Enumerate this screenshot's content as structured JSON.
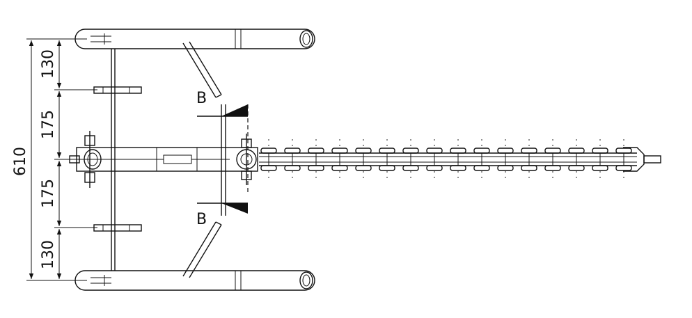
{
  "dimensions": {
    "total": "610",
    "segments": [
      "130",
      "175",
      "175",
      "130"
    ]
  },
  "section_labels": {
    "top": "B",
    "bottom": "B"
  }
}
